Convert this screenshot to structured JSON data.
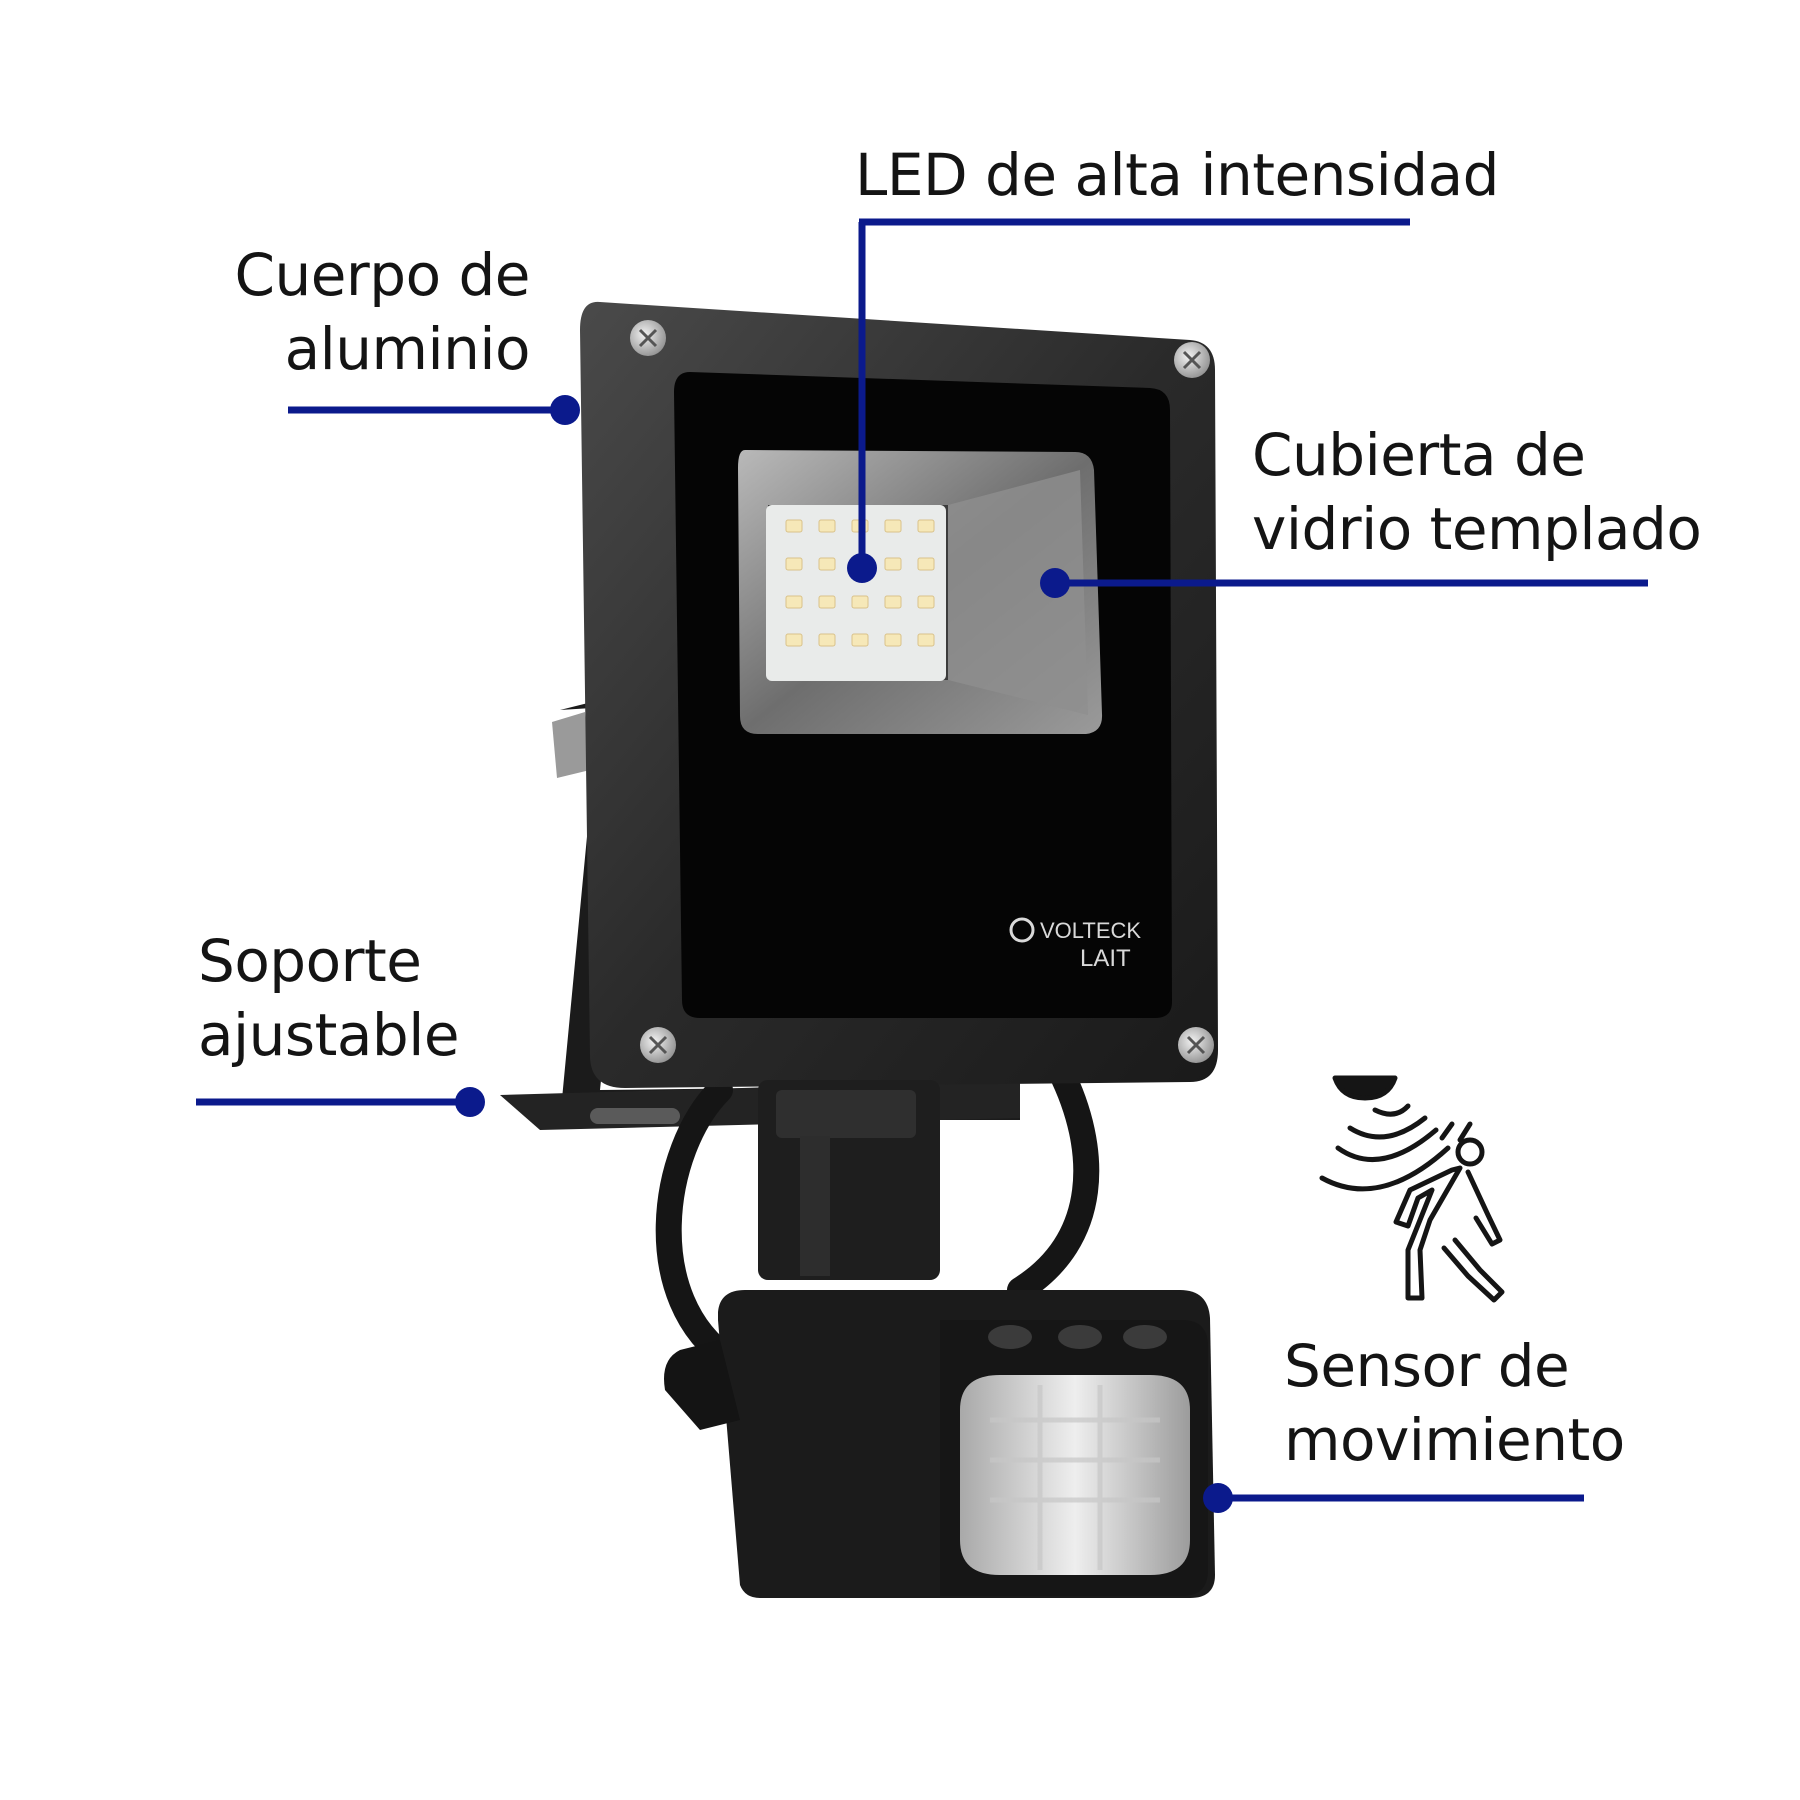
{
  "callouts": {
    "led": {
      "line1": "LED de alta intensidad"
    },
    "body": {
      "line1": "Cuerpo de",
      "line2": "aluminio"
    },
    "glass": {
      "line1": "Cubierta de",
      "line2": "vidrio templado"
    },
    "bracket": {
      "line1": "Soporte",
      "line2": "ajustable"
    },
    "sensor": {
      "line1": "Sensor de",
      "line2": "movimiento"
    }
  },
  "product": {
    "brand": "VOLTECK",
    "model": "LAIT"
  },
  "icons": {
    "motion": "motion-sensor-person-icon"
  },
  "colors": {
    "callout_line": "#0b1a8c",
    "text": "#141414",
    "housing": "#2b2b2b",
    "bezel": "#050505"
  }
}
